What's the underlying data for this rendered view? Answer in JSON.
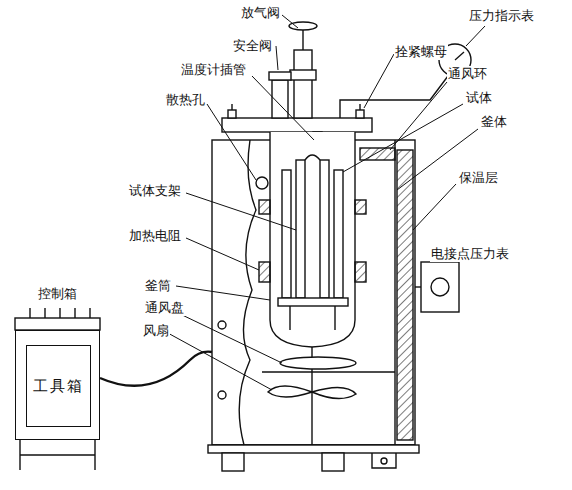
{
  "diagram": {
    "nodes": [
      {
        "text": [
          "控制箱"
        ]
      },
      {
        "text": [
          "工具箱"
        ],
        "in": 0
      }
    ],
    "labels": [
      "放气阀",
      "安全阀",
      "压力指示表",
      "拴紧螺母",
      "通风环",
      "温度计插管",
      "散热孔",
      "试体",
      "釜体",
      "试体支架",
      "保温层",
      "加热电阻",
      "电接点压力表",
      "釜筒",
      "通风盘",
      "风扇"
    ]
  }
}
